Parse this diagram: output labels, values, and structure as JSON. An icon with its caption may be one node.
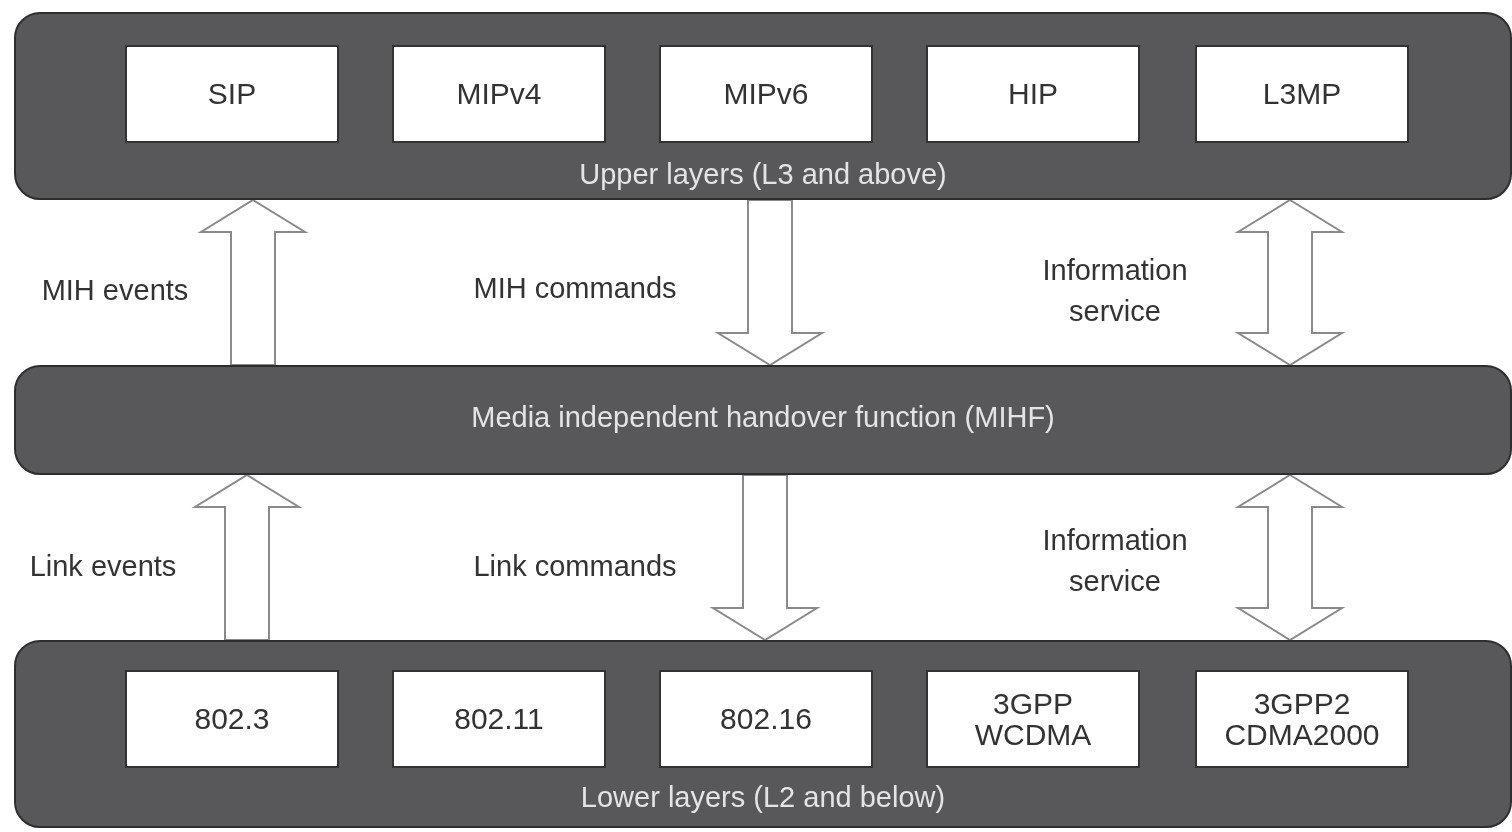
{
  "diagram": {
    "nodes": [
      {
        "text": [
          "Upper layers (L3 and above)"
        ]
      },
      {
        "text": [
          "SIP"
        ],
        "in": 0
      },
      {
        "text": [
          "MIPv4"
        ],
        "in": 0
      },
      {
        "text": [
          "MIPv6"
        ],
        "in": 0
      },
      {
        "text": [
          "HIP"
        ],
        "in": 0
      },
      {
        "text": [
          "L3MP"
        ],
        "in": 0
      },
      {
        "text": [
          "Media independent handover function (MIHF)"
        ]
      },
      {
        "text": [
          "Lower layers (L2 and below)"
        ]
      },
      {
        "text": [
          "802.3"
        ],
        "in": 7
      },
      {
        "text": [
          "802.11"
        ],
        "in": 7
      },
      {
        "text": [
          "802.16"
        ],
        "in": 7
      },
      {
        "text": [
          "3GPP WCDMA"
        ],
        "in": 7
      },
      {
        "text": [
          "3GPP2 CDMA2000"
        ],
        "in": 7
      }
    ],
    "edges": [
      {
        "from": 6,
        "to": 0,
        "arrow": "to",
        "label": "MIH events"
      },
      {
        "from": 0,
        "to": 6,
        "arrow": "to",
        "label": "MIH commands"
      },
      {
        "from": 0,
        "to": 6,
        "arrow": "both",
        "label": "Information service"
      },
      {
        "from": 7,
        "to": 6,
        "arrow": "to",
        "label": "Link events"
      },
      {
        "from": 6,
        "to": 7,
        "arrow": "to",
        "label": "Link commands"
      },
      {
        "from": 6,
        "to": 7,
        "arrow": "both",
        "label": "Information service"
      }
    ]
  }
}
